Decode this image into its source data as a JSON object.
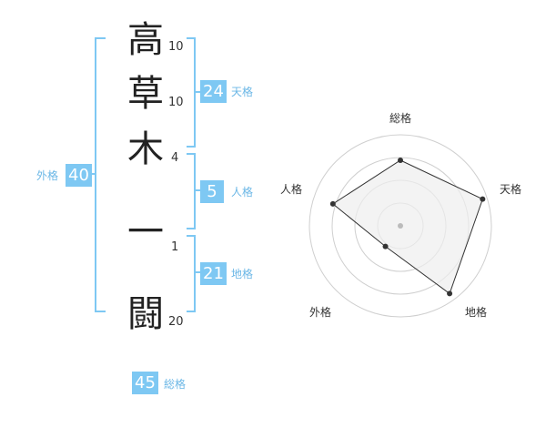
{
  "name": {
    "chars": [
      "高",
      "草",
      "木",
      "一",
      "闘"
    ],
    "strokes": [
      "10",
      "10",
      "4",
      "1",
      "20"
    ]
  },
  "scores": {
    "tenkaku": {
      "value": "24",
      "label": "天格"
    },
    "jinkaku": {
      "value": "5",
      "label": "人格"
    },
    "chikaku": {
      "value": "21",
      "label": "地格"
    },
    "gaikaku": {
      "value": "40",
      "label": "外格"
    },
    "soukaku": {
      "value": "45",
      "label": "総格"
    }
  },
  "radar": {
    "axes": [
      "総格",
      "天格",
      "地格",
      "外格",
      "人格"
    ],
    "levels": 4,
    "values": [
      0.72,
      0.95,
      0.92,
      0.28,
      0.78
    ],
    "colors": {
      "ring": "#cfcfcf",
      "fill": "#eeeeee",
      "line": "#333333",
      "center": "#bbbbbb"
    }
  },
  "colors": {
    "accent": "#7ec8f3",
    "accent_text": "#6bb7e6"
  }
}
